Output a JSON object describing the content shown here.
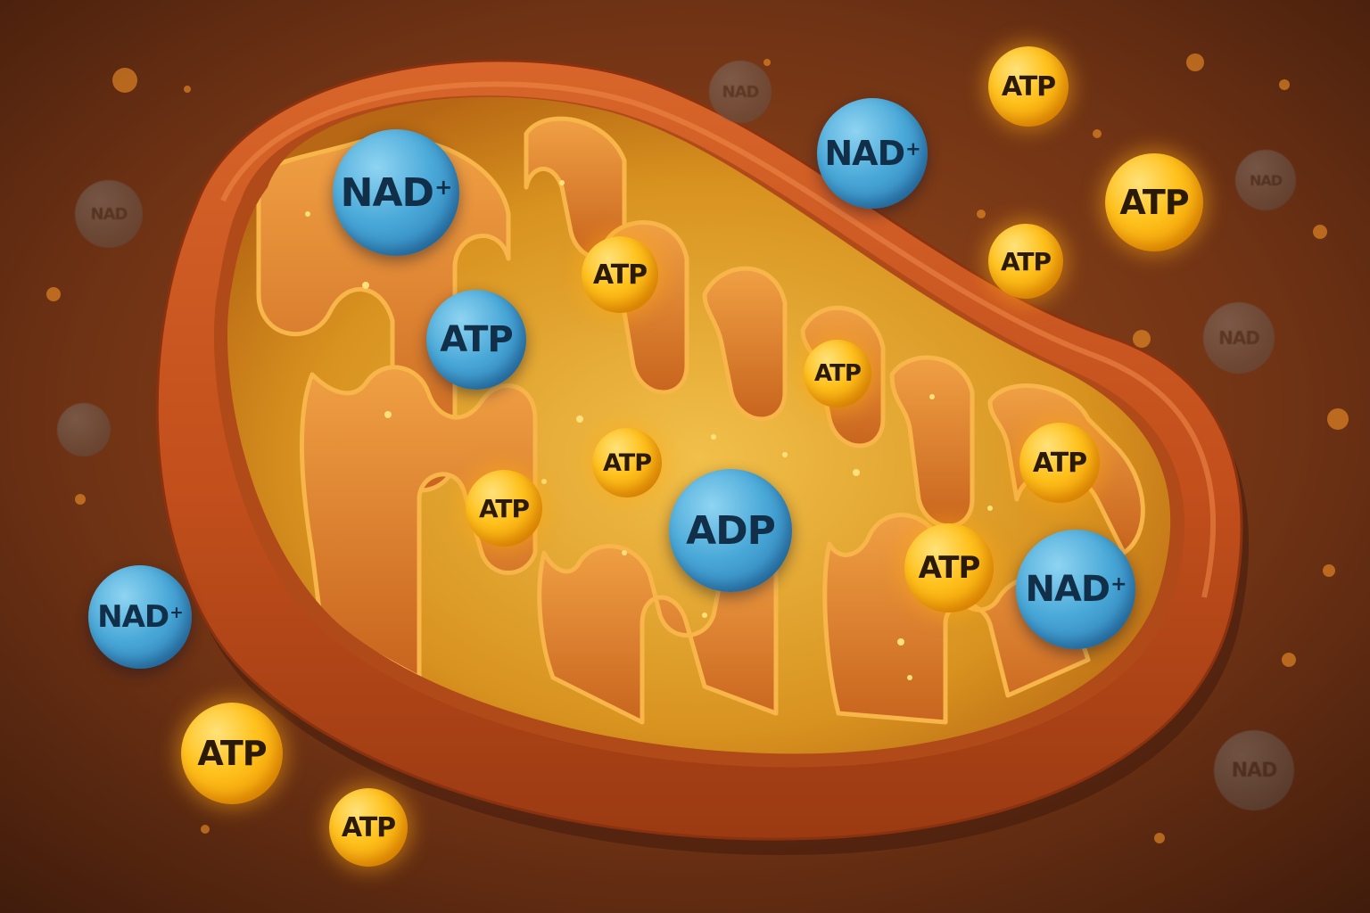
{
  "colors": {
    "background": "#5a2a12",
    "outer_membrane": "#c9541c",
    "inner_membrane": "#e08a2a",
    "matrix": "#e9a63a",
    "atp": "#ffc21e",
    "nad": "#4aa9d8"
  },
  "molecules": {
    "nad_inner_top": {
      "label": "NAD",
      "sup": "+"
    },
    "atp_inner_1": {
      "label": "ATP"
    },
    "atp_inner_2": {
      "label": "ATP"
    },
    "atp_inner_3": {
      "label": "ATP"
    },
    "atp_inner_4": {
      "label": "ATP"
    },
    "atp_inner_5": {
      "label": "ATP"
    },
    "adp_inner": {
      "label": "ADP"
    },
    "atp_inner_6": {
      "label": "ATP"
    },
    "atp_inner_7": {
      "label": "ATP"
    },
    "nad_inner_right": {
      "label": "NAD",
      "sup": "+"
    },
    "nad_outer_top": {
      "label": "NAD",
      "sup": "+"
    },
    "atp_outer_1": {
      "label": "ATP"
    },
    "atp_outer_2": {
      "label": "ATP"
    },
    "atp_outer_3": {
      "label": "ATP"
    },
    "nad_outer_left": {
      "label": "NAD",
      "sup": "+"
    },
    "atp_outer_4": {
      "label": "ATP"
    },
    "atp_outer_5": {
      "label": "ATP"
    },
    "ghost_1": {
      "label": "NAD"
    },
    "ghost_2": {
      "label": "NAD"
    },
    "ghost_3": {
      "label": "NAD"
    },
    "ghost_4": {
      "label": "NAD"
    },
    "ghost_5": {
      "label": "NAD"
    }
  }
}
